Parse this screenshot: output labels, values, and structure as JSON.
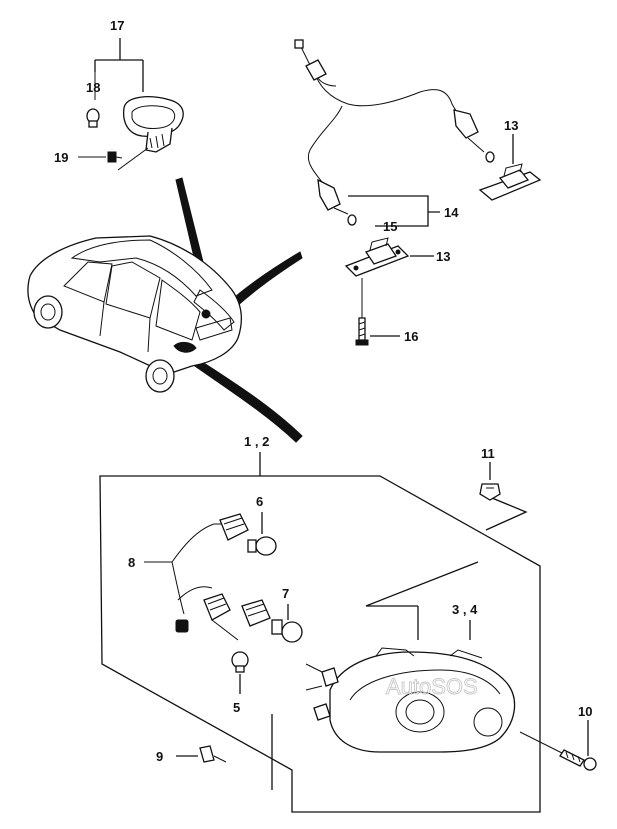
{
  "labels": {
    "l17": "17",
    "l18": "18",
    "l19": "19",
    "l13a": "13",
    "l14": "14",
    "l15": "15",
    "l13b": "13",
    "l16": "16",
    "l12": "1 , 2",
    "l11": "11",
    "l6": "6",
    "l8": "8",
    "l7": "7",
    "l34": "3 , 4",
    "l5": "5",
    "l10": "10",
    "l9": "9"
  },
  "watermark": "AutoSOS"
}
